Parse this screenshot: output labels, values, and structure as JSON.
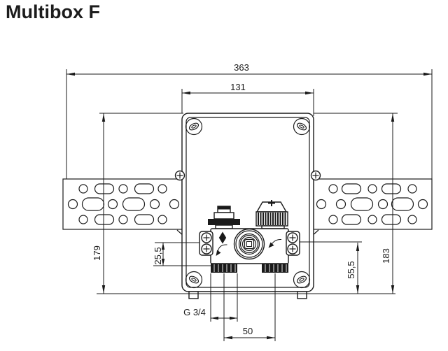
{
  "title": "Multibox F",
  "colors": {
    "ink": "#1a1a1a",
    "paper": "#ffffff"
  },
  "dimensions": {
    "total_width": "363",
    "box_width": "131",
    "left_height": "179",
    "right_height": "183",
    "valve_axis_offset": "25,5",
    "axis_height": "55,5",
    "thread_size": "G 3/4",
    "pipe_spacing": "50"
  }
}
